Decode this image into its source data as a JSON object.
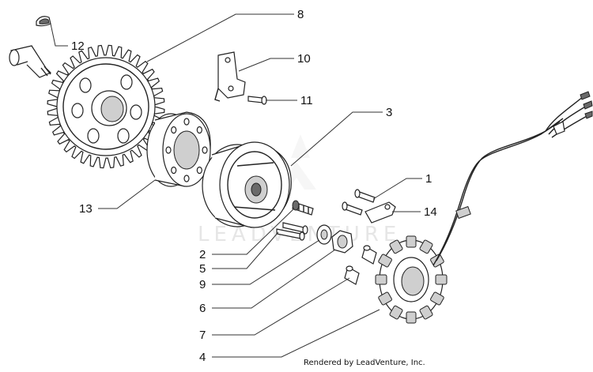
{
  "watermark": "LEADVENTURE",
  "credit": "Rendered by LeadVenture, Inc.",
  "callouts": {
    "c1": "1",
    "c2": "2",
    "c3": "3",
    "c4": "4",
    "c5": "5",
    "c6": "6",
    "c7": "7",
    "c8": "8",
    "c9": "9",
    "c10": "10",
    "c11": "11",
    "c12": "12",
    "c13": "13",
    "c14": "14"
  }
}
